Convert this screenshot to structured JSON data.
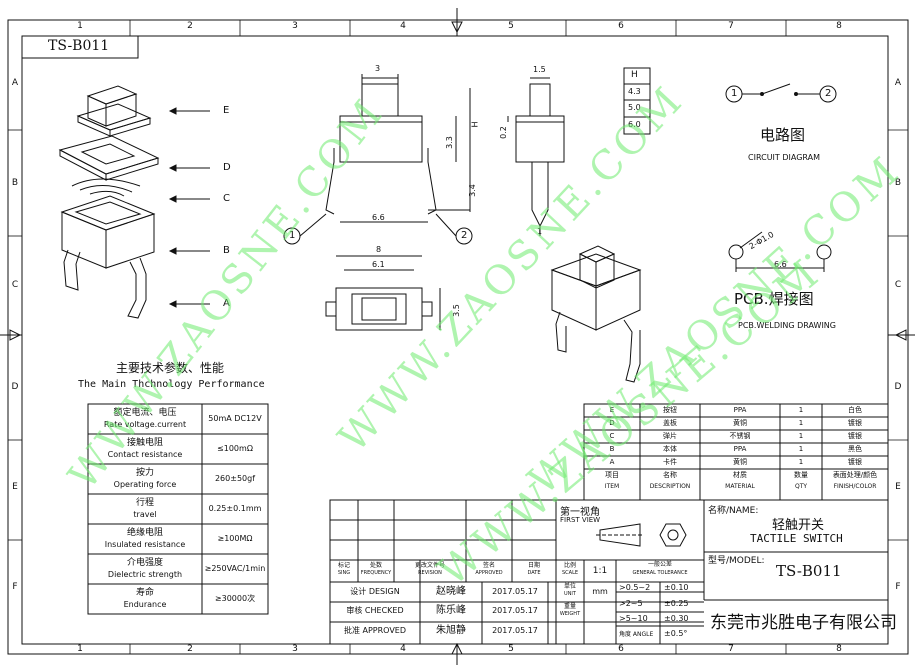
{
  "model_code": "TS-B011",
  "grid": {
    "cols": [
      "1",
      "2",
      "3",
      "4",
      "5",
      "6",
      "7",
      "8"
    ],
    "rows": [
      "A",
      "B",
      "C",
      "D",
      "E",
      "F"
    ]
  },
  "exploded_labels": [
    "E",
    "D",
    "C",
    "B",
    "A"
  ],
  "dims": {
    "top_width": "3",
    "stem_width": "1.5",
    "h_label": "H",
    "body_h": "3.3",
    "pin_len": "3.4",
    "plate": "0.2",
    "pitch": "6.6",
    "pin_w": "1",
    "total_w": "8",
    "body_w": "6.1",
    "depth": "3.5",
    "pcb_pitch": "6.6",
    "hole_label": "2-Φ1.0"
  },
  "h_table": {
    "header": "H",
    "values": [
      "4.3",
      "5.0",
      "6.0"
    ]
  },
  "terminals": {
    "one": "1",
    "two": "2"
  },
  "circuit": {
    "cn": "电路图",
    "en": "CIRCUIT DIAGRAM"
  },
  "pcb": {
    "cn": "PCB.焊接图",
    "en": "PCB.WELDING DRAWING"
  },
  "spec": {
    "title_cn": "主要技术参数、性能",
    "title_en": "The Main Thchnology Performance",
    "rows": [
      {
        "cn": "额定电流、电压",
        "en": "Rate voltage.current",
        "value": "50mA DC12V"
      },
      {
        "cn": "接触电阻",
        "en": "Contact resistance",
        "value": "≤100mΩ"
      },
      {
        "cn": "按力",
        "en": "Operating force",
        "value": "260±50gf"
      },
      {
        "cn": "行程",
        "en": "travel",
        "value": "0.25±0.1mm"
      },
      {
        "cn": "绝缘电阻",
        "en": "Insulated resistance",
        "value": "≥100MΩ"
      },
      {
        "cn": "介电强度",
        "en": "Dielectric strength",
        "value": "≥250VAC/1min"
      },
      {
        "cn": "寿命",
        "en": "Endurance",
        "value": "≥30000次"
      }
    ]
  },
  "bom": {
    "rows": [
      {
        "item": "E",
        "name": "按钮",
        "material": "PPA",
        "qty": "1",
        "finish": "白色"
      },
      {
        "item": "D",
        "name": "盖板",
        "material": "黄铜",
        "qty": "1",
        "finish": "镀银"
      },
      {
        "item": "C",
        "name": "弹片",
        "material": "不锈钢",
        "qty": "1",
        "finish": "镀银"
      },
      {
        "item": "B",
        "name": "本体",
        "material": "PPA",
        "qty": "1",
        "finish": "黑色"
      },
      {
        "item": "A",
        "name": "卡件",
        "material": "黄铜",
        "qty": "1",
        "finish": "镀银"
      }
    ],
    "header": {
      "item_cn": "项目",
      "item_en": "ITEM",
      "name_cn": "名称",
      "name_en": "DESCRIPTION",
      "material_cn": "材质",
      "material_en": "MATERIAL",
      "qty_cn": "数量",
      "qty_en": "QTY",
      "finish_cn": "表面处理/颜色",
      "finish_en": "FINISH/COLOR"
    }
  },
  "title_block": {
    "first_view_cn": "第一视角",
    "first_view_en": "FIRST VIEW",
    "name_label": "名称/NAME:",
    "name_cn": "轻触开关",
    "name_en": "TACTILE SWITCH",
    "model_label": "型号/MODEL:",
    "model": "TS-B011",
    "company": "东莞市兆胜电子有限公司",
    "rev_headers": [
      {
        "cn": "标记",
        "en": "SING"
      },
      {
        "cn": "处数",
        "en": "FREQUENCY"
      },
      {
        "cn": "更改文件号",
        "en": "REVISION"
      },
      {
        "cn": "签名",
        "en": "APPROVED"
      },
      {
        "cn": "日期",
        "en": "DATE"
      },
      {
        "cn": "比例",
        "en": "SCALE"
      }
    ],
    "scale": "1:1",
    "unit_cn": "单位",
    "unit_en": "UNIT",
    "unit": "mm",
    "weight_cn": "重量",
    "weight_en": "WEIGHT",
    "tol_cn": "一般公差",
    "tol_en": "GENERAL TOLERANCE",
    "tolerances": [
      {
        "range": ">0.5~2",
        "tol": "±0.10"
      },
      {
        "range": ">2~5",
        "tol": "±0.25"
      },
      {
        "range": ">5~10",
        "tol": "±0.30"
      },
      {
        "range": "角度 ANGLE",
        "tol": "±0.5°"
      }
    ],
    "signatures": [
      {
        "role": "设计 DESIGN",
        "name": "赵晓峰",
        "date": "2017.05.17"
      },
      {
        "role": "审核 CHECKED",
        "name": "陈乐峰",
        "date": "2017.05.17"
      },
      {
        "role": "批准 APPROVED",
        "name": "朱旭静",
        "date": "2017.05.17"
      }
    ]
  },
  "watermark": "WWW.ZAOSNE.COM"
}
